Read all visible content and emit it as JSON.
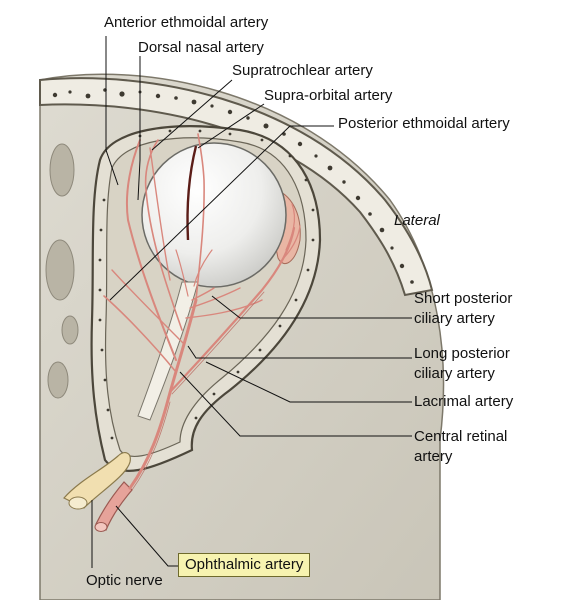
{
  "labels": {
    "anterior_ethmoidal": "Anterior ethmoidal artery",
    "dorsal_nasal": "Dorsal nasal artery",
    "supratrochlear": "Supratrochlear artery",
    "supraorbital": "Supra-orbital artery",
    "posterior_ethmoidal": "Posterior ethmoidal artery",
    "lateral": "Lateral",
    "short_posterior_ciliary_1": "Short posterior",
    "short_posterior_ciliary_2": "ciliary artery",
    "long_posterior_ciliary_1": "Long posterior",
    "long_posterior_ciliary_2": "ciliary artery",
    "lacrimal": "Lacrimal artery",
    "central_retinal_1": "Central retinal",
    "central_retinal_2": "artery",
    "ophthalmic": "Ophthalmic artery",
    "optic_nerve": "Optic nerve"
  },
  "colors": {
    "bone": "#e8e3d6",
    "bone_shadow": "#c9c3b3",
    "orbit_floor": "#d8d4c8",
    "eyeball": "#f4f4f2",
    "artery": "#e8a8a0",
    "artery_dark": "#b8655c",
    "nerve": "#f1dfb0",
    "leader": "#111111",
    "highlight_box": "#f7f3b0"
  }
}
